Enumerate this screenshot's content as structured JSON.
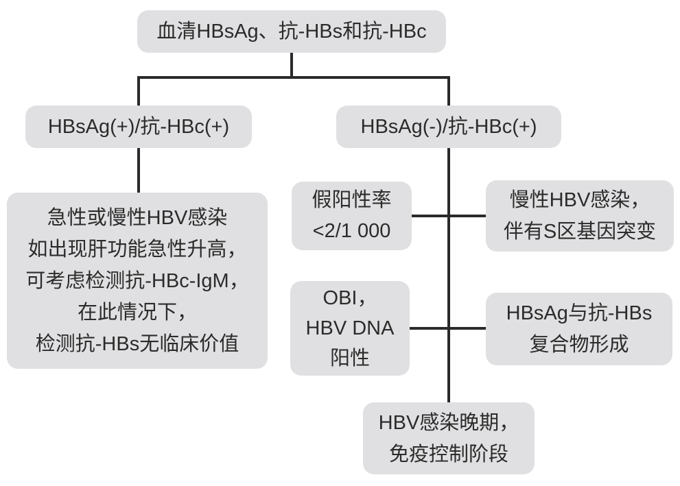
{
  "colors": {
    "box_fill": "#e0e0e2",
    "text_color": "#2b2b2b",
    "line_color": "#2a2a2a",
    "background": "#ffffff"
  },
  "nodes": {
    "root": {
      "lines": [
        "血清HBsAg、抗-HBs和抗-HBc"
      ]
    },
    "hbsag_pos": {
      "lines": [
        "HBsAg(+)/抗-HBc(+)"
      ]
    },
    "hbsag_neg": {
      "lines": [
        "HBsAg(-)/抗-HBc(+)"
      ]
    },
    "acute_chronic": {
      "lines": [
        "急性或慢性HBV感染",
        "如出现肝功能急性升高，",
        "可考虑检测抗-HBc-IgM，",
        "在此情况下，",
        "检测抗-HBs无临床价值"
      ]
    },
    "false_positive": {
      "lines": [
        "假阳性率",
        "<2/1 000"
      ]
    },
    "s_mutation": {
      "lines": [
        "慢性HBV感染，",
        "伴有S区基因突变"
      ]
    },
    "obi": {
      "lines": [
        "OBI，",
        "HBV DNA",
        "阳性"
      ]
    },
    "immune_complex": {
      "lines": [
        "HBsAg与抗-HBs",
        "复合物形成"
      ]
    },
    "late_infection": {
      "lines": [
        "HBV感染晚期，",
        "免疫控制阶段"
      ]
    }
  },
  "edges": [
    {
      "from": "root",
      "to": "hbsag_pos"
    },
    {
      "from": "root",
      "to": "hbsag_neg"
    },
    {
      "from": "hbsag_pos",
      "to": "acute_chronic"
    },
    {
      "from": "hbsag_neg",
      "to": "false_positive"
    },
    {
      "from": "hbsag_neg",
      "to": "s_mutation"
    },
    {
      "from": "hbsag_neg",
      "to": "obi"
    },
    {
      "from": "hbsag_neg",
      "to": "immune_complex"
    },
    {
      "from": "hbsag_neg",
      "to": "late_infection"
    }
  ]
}
